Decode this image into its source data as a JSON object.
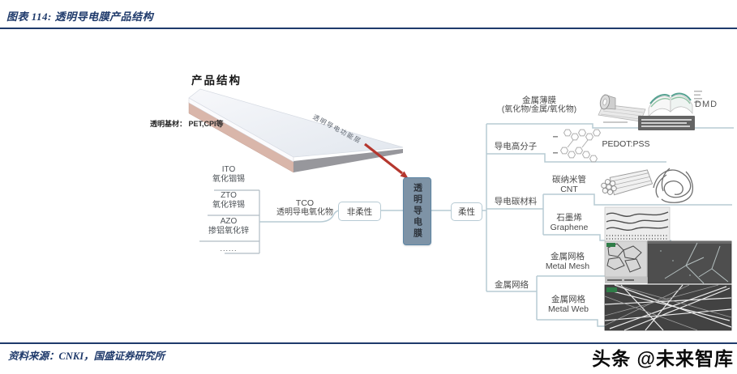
{
  "header": {
    "title": "图表 114:  透明导电膜产品结构"
  },
  "product": {
    "title": "产品结构",
    "substrate": "透明基材： PET,CPI等",
    "film_layer": "透明导电功能层"
  },
  "center": {
    "label": "透明导电膜",
    "rigid_branch": "非柔性",
    "flexible_branch": "柔性"
  },
  "tco": {
    "abbr": "TCO",
    "name": "透明导电氧化物"
  },
  "materials": [
    {
      "abbr": "ITO",
      "name": "氧化铟锡"
    },
    {
      "abbr": "ZTO",
      "name": "氧化锌锡"
    },
    {
      "abbr": "AZO",
      "name": "掺铝氧化锌"
    },
    {
      "abbr": "......",
      "name": ""
    }
  ],
  "flexible": {
    "metal_film": {
      "label": "金属薄膜",
      "sublabel": "(氧化物/金属/氧化物)",
      "tag": "DMD"
    },
    "polymer": {
      "label": "导电高分子",
      "tag": "PEDOT:PSS"
    },
    "carbon": {
      "label": "导电碳材料",
      "cnt_zh": "碳纳米管",
      "cnt_en": "CNT",
      "graphene_zh": "石墨烯",
      "graphene_en": "Graphene"
    },
    "metal_network": {
      "label": "金属网络",
      "mesh_zh": "金属网格",
      "mesh_en": "Metal Mesh",
      "web_zh": "金属网格",
      "web_en": "Metal Web"
    }
  },
  "footer": {
    "source": "资料来源：CNKI，国盛证券研究所",
    "watermark": "头条 @未来智库"
  },
  "colors": {
    "accent_navy": "#1f3a6b",
    "connector": "#b7cbd4",
    "root_fill": "#7e93a6",
    "film_pink": "#d9b6aa",
    "arrow_red": "#b5372e",
    "sem_dark": "#424242",
    "book_teal": "#57a392"
  }
}
